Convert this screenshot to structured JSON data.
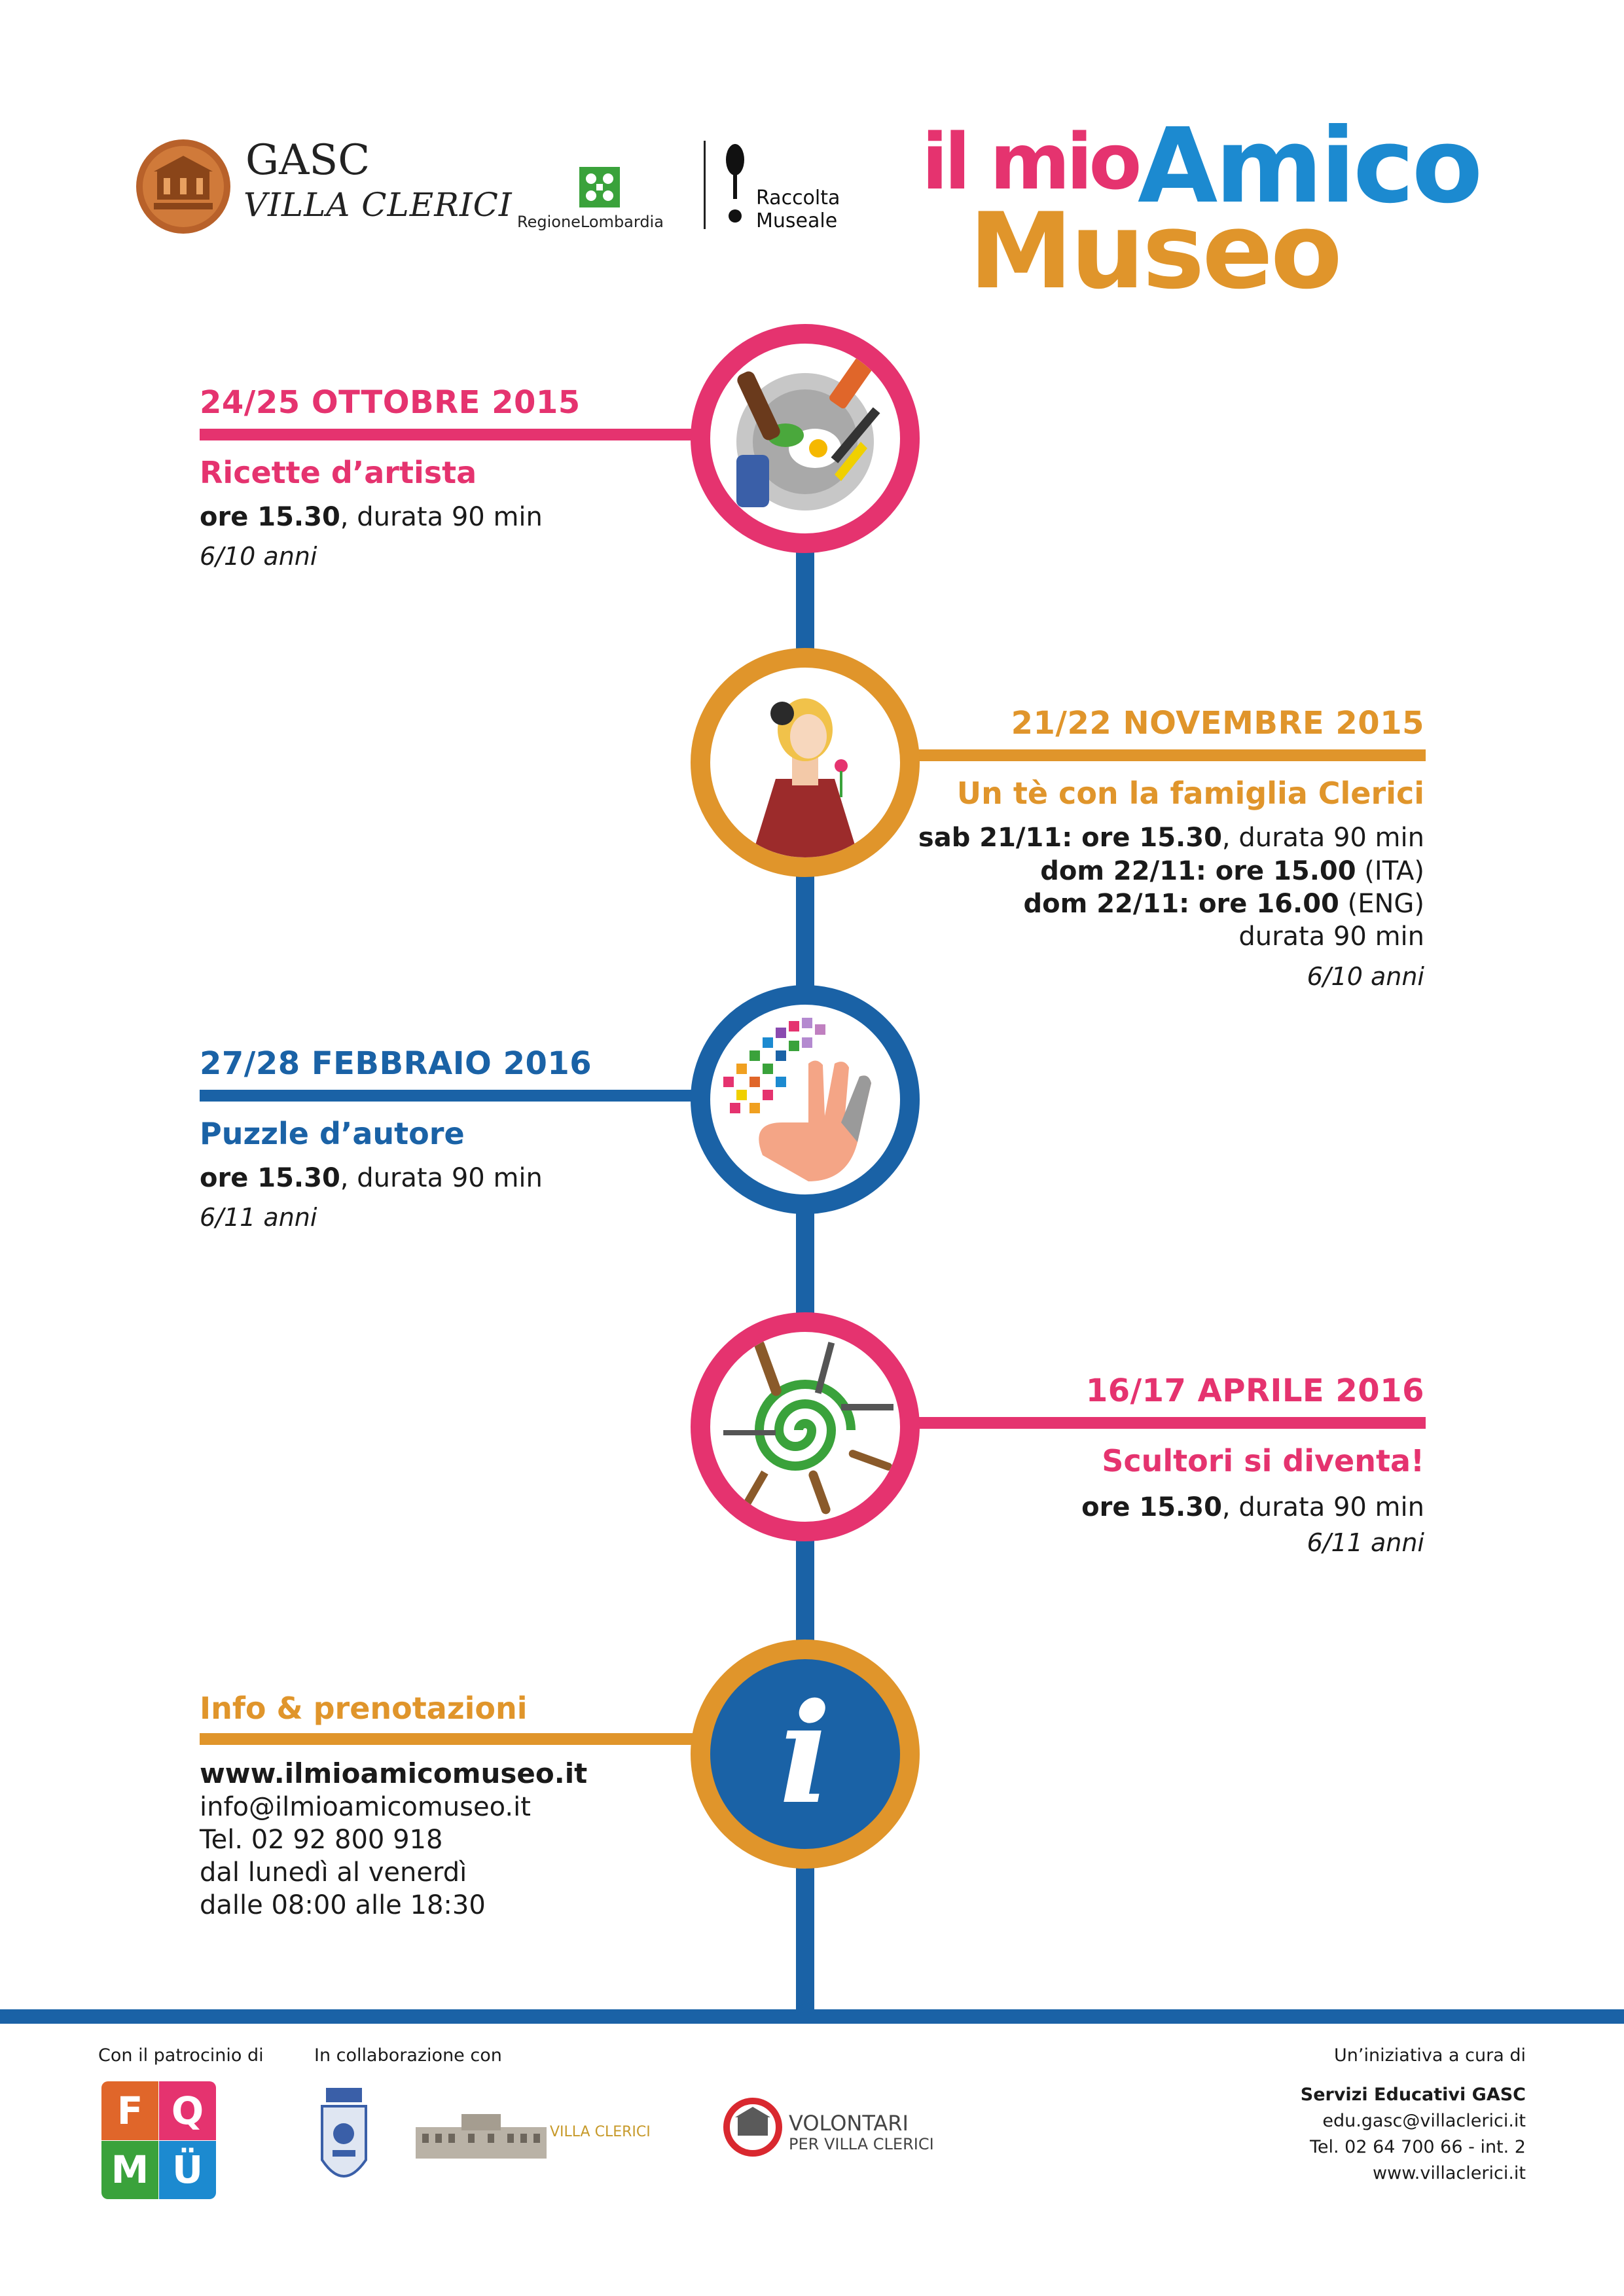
{
  "header": {
    "gasc_title": "GASC",
    "gasc_subtitle": "VILLA CLERICI",
    "regione_label": "RegioneLombardia",
    "raccolta_line1": "Raccolta",
    "raccolta_line2": "Museale",
    "logo_word1": "il mio",
    "logo_word2": "Amico",
    "logo_word3": "Museo"
  },
  "colors": {
    "pink": "#e5336f",
    "orange": "#e0952b",
    "blue": "#1a62a6",
    "amico_blue": "#1c8ad0",
    "green": "#3aa23b"
  },
  "events": [
    {
      "date": "24/25 OTTOBRE 2015",
      "title": "Ricette d’artista",
      "time_bold": "ore 15.30",
      "time_rest": ", durata 90 min",
      "age": "6/10 anni"
    },
    {
      "date": "21/22 NOVEMBRE 2015",
      "title": "Un tè con la famiglia Clerici",
      "line1_bold": "sab 21/11: ore 15.30",
      "line1_rest": ", durata 90 min",
      "line2_bold": "dom 22/11: ore 15.00",
      "line2_rest": " (ITA)",
      "line3_bold": "dom 22/11: ore 16.00",
      "line3_rest": " (ENG)",
      "line4": "durata 90 min",
      "age": "6/10 anni"
    },
    {
      "date": "27/28 FEBBRAIO 2016",
      "title": "Puzzle d’autore",
      "time_bold": "ore 15.30",
      "time_rest": ", durata 90 min",
      "age": "6/11 anni"
    },
    {
      "date": "16/17 APRILE 2016",
      "title": "Scultori si diventa!",
      "time_bold": "ore 15.30",
      "time_rest": ", durata 90 min",
      "age": "6/11 anni"
    }
  ],
  "info": {
    "title": "Info & prenotazioni",
    "website": "www.ilmioamicomuseo.it",
    "email": "info@ilmioamicomuseo.it",
    "phone": "Tel. 02 92 800 918",
    "days": "dal lunedì al venerdì",
    "hours": "dalle 08:00 alle 18:30",
    "icon_letter": "i"
  },
  "footer": {
    "patrocinio": "Con il patrocinio di",
    "collaborazione": "In collaborazione con",
    "villa_logo_text": "VILLA CLERICI",
    "volontari_line1": "VOLONTARI",
    "volontari_line2": "PER VILLA CLERICI",
    "iniziativa": "Un’iniziativa a cura di",
    "servizi": "Servizi Educativi GASC",
    "email": "edu.gasc@villaclerici.it",
    "phone": "Tel. 02 64 700 66 - int. 2",
    "website": "www.villaclerici.it",
    "fq_letters": [
      "F",
      "Q",
      "M",
      "Ü"
    ]
  }
}
